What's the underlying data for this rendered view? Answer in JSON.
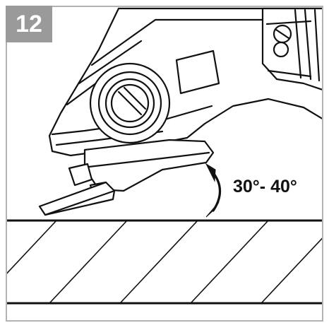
{
  "figure": {
    "step_number": "12",
    "angle_label": "30°- 40°"
  },
  "icons": {
    "tool": "angle-grinder-illustration",
    "workpiece": "workpiece-hatched",
    "angle_arrow": "double-curved-arrow-icon"
  },
  "colors": {
    "badge_background": "#9a9a9a",
    "badge_text": "#ffffff",
    "frame_border": "#b3b3b3",
    "line": "#111111"
  }
}
